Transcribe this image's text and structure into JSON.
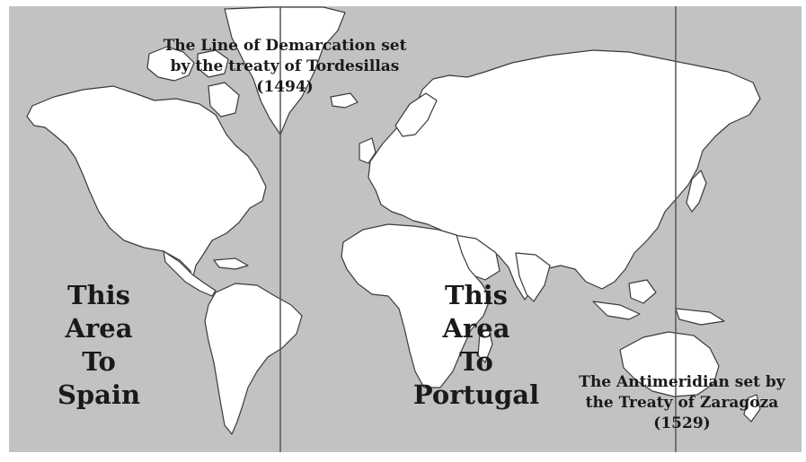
{
  "map": {
    "ocean_color": "#c2c2c2",
    "land_color": "#ffffff",
    "outline_color": "#3a3a3a",
    "line_color": "#555555"
  },
  "labels": {
    "demarcation": [
      "The Line of Demarcation set",
      "by the treaty of Tordesillas",
      "(1494)"
    ],
    "antimeridian": [
      "The Antimeridian set by",
      "the Treaty of Zaragoza",
      "(1529)"
    ],
    "spain": [
      "This",
      "Area",
      "To",
      "Spain"
    ],
    "portugal": [
      "This",
      "Area",
      "To",
      "Portugal"
    ]
  }
}
